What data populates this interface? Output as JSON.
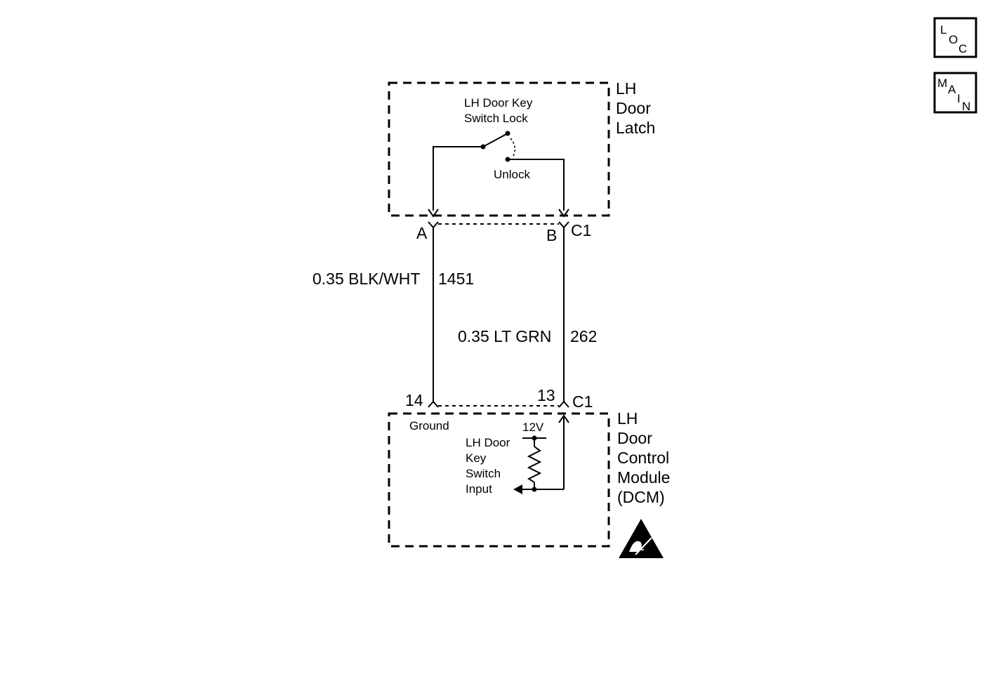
{
  "nav": {
    "loc": {
      "letters": [
        "L",
        "O",
        "C"
      ]
    },
    "main": {
      "letters": [
        "M",
        "A",
        "I",
        "N"
      ]
    }
  },
  "latch": {
    "name_lines": [
      "LH",
      "Door",
      "Latch"
    ],
    "switch_label_lines": [
      "LH Door Key",
      "Switch Lock"
    ],
    "unlock_label": "Unlock",
    "connector": "C1",
    "pin_a": "A",
    "pin_b": "B"
  },
  "wires": {
    "ground": {
      "gauge_color": "0.35 BLK/WHT",
      "circuit": "1451"
    },
    "signal": {
      "gauge_color": "0.35 LT GRN",
      "circuit": "262"
    }
  },
  "dcm": {
    "name_lines": [
      "LH",
      "Door",
      "Control",
      "Module",
      "(DCM)"
    ],
    "connector": "C1",
    "pin_ground": "14",
    "pin_signal": "13",
    "ground_label": "Ground",
    "voltage_label": "12V",
    "input_label_lines": [
      "LH Door",
      "Key",
      "Switch",
      "Input"
    ]
  },
  "icons": {
    "esd": "esd-warning-icon"
  }
}
